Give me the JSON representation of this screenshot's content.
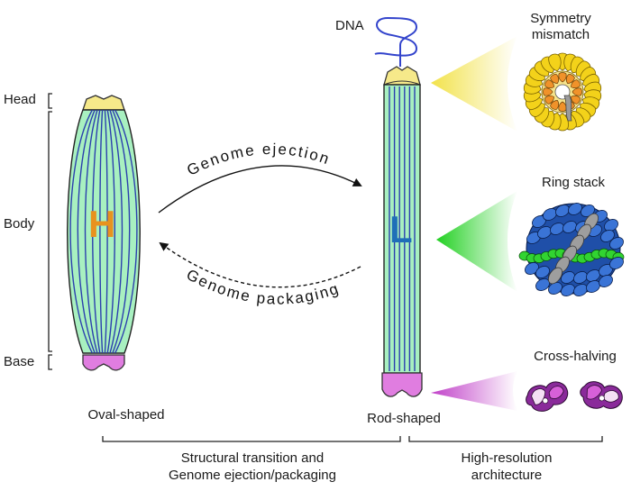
{
  "labels": {
    "head": "Head",
    "body": "Body",
    "base": "Base",
    "oval": "Oval-shaped",
    "rod": "Rod-shaped",
    "dna": "DNA",
    "letter_h": "H",
    "letter_l": "L",
    "ejection": "Genome ejection",
    "packaging": "Genome packaging",
    "symmetry": "Symmetry\nmismatch",
    "ring_stack": "Ring stack",
    "cross_halving": "Cross-halving",
    "bottom_left": "Structural transition and\nGenome ejection/packaging",
    "bottom_right": "High-resolution\narchitecture"
  },
  "colors": {
    "body_fill": "#a8f0c0",
    "body_lines": "#2b3fae",
    "head_fill": "#f6e98a",
    "base_fill": "#e07de0",
    "letter_h": "#e8921e",
    "letter_l": "#1f6fb8",
    "dna": "#3344cc",
    "beam_yellow": "#f2e24a",
    "beam_green": "#3ee03e",
    "beam_purple": "#c040c8"
  },
  "icons": [
    "symmetry-mismatch-ring-icon",
    "ring-stack-icon",
    "cross-halving-icon"
  ]
}
